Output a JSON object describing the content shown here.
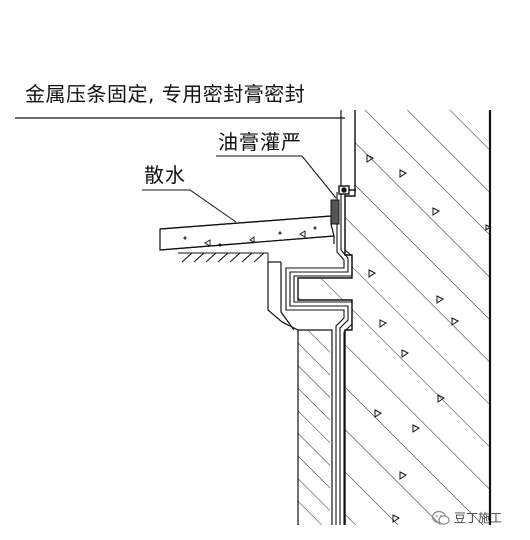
{
  "labels": {
    "metal_strip": "金属压条固定, 专用密封膏密封",
    "grease_fill": "油膏灌严",
    "apron": "散水"
  },
  "watermark": {
    "text": "豆丁施工",
    "icon": "wechat-icon"
  },
  "colors": {
    "line": "#111111",
    "background": "#ffffff"
  }
}
